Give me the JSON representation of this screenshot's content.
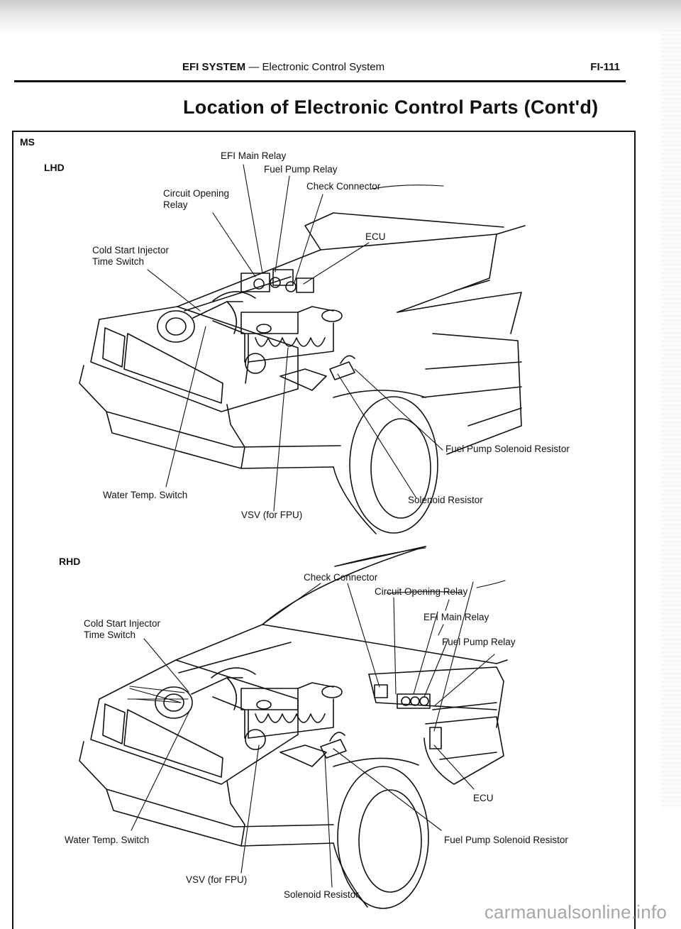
{
  "header": {
    "section_bold": "EFI SYSTEM",
    "section_rest": " — Electronic Control System",
    "page_number": "FI-111"
  },
  "title": "Location of Electronic Control Parts (Cont'd)",
  "market_label": "MS",
  "lhd": {
    "heading": "LHD",
    "labels": {
      "efi_main_relay": "EFI Main Relay",
      "fuel_pump_relay": "Fuel Pump Relay",
      "circuit_opening_relay_1": "Circuit Opening",
      "circuit_opening_relay_2": "Relay",
      "check_connector": "Check Connector",
      "ecu": "ECU",
      "cold_start_1": "Cold Start Injector",
      "cold_start_2": "Time Switch",
      "fuel_pump_solenoid_resistor": "Fuel Pump Solenoid Resistor",
      "water_temp_switch": "Water Temp. Switch",
      "solenoid_resistor": "Solenoid Resistor",
      "vsv": "VSV (for FPU)"
    }
  },
  "rhd": {
    "heading": "RHD",
    "labels": {
      "check_connector": "Check Connector",
      "circuit_opening_relay": "Circuit Opening Relay",
      "efi_main_relay": "EFI Main Relay",
      "fuel_pump_relay": "Fuel Pump Relay",
      "cold_start_1": "Cold Start Injector",
      "cold_start_2": "Time Switch",
      "ecu": "ECU",
      "water_temp_switch": "Water Temp. Switch",
      "fuel_pump_solenoid_resistor": "Fuel Pump Solenoid Resistor",
      "vsv": "VSV (for FPU)",
      "solenoid_resistor": "Solenoid Resistor"
    }
  },
  "watermark": "carmanualsonline.info"
}
